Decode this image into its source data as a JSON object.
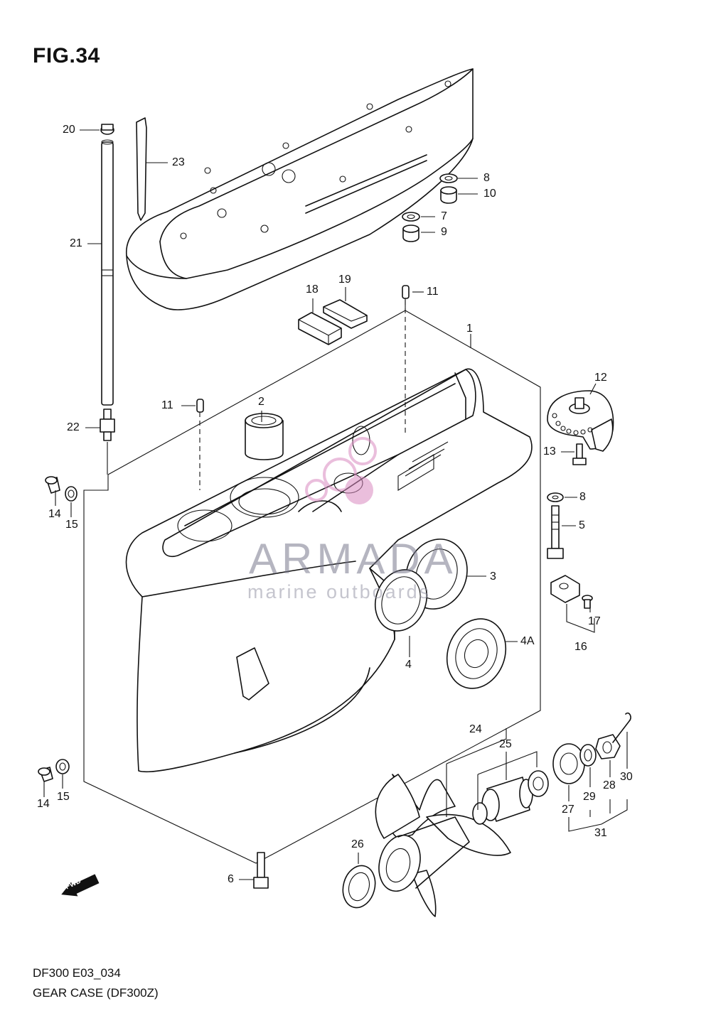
{
  "figure": {
    "title": "FIG.34",
    "code": "DF300 E03_034",
    "name": "GEAR CASE (DF300Z)"
  },
  "watermark": {
    "brand": "ARMADA",
    "tagline": "marine outboards",
    "color": "#d98ac0"
  },
  "badge": {
    "text": "FWD"
  },
  "callouts": {
    "c1": "1",
    "c2": "2",
    "c3": "3",
    "c4": "4",
    "c4a": "4A",
    "c5": "5",
    "c6": "6",
    "c7": "7",
    "c8a": "8",
    "c8b": "8",
    "c9": "9",
    "c10": "10",
    "c11a": "11",
    "c11b": "11",
    "c12": "12",
    "c13": "13",
    "c14a": "14",
    "c14b": "14",
    "c15a": "15",
    "c15b": "15",
    "c16": "16",
    "c17": "17",
    "c18": "18",
    "c19": "19",
    "c20": "20",
    "c21": "21",
    "c22": "22",
    "c23": "23",
    "c24": "24",
    "c25": "25",
    "c26": "26",
    "c27": "27",
    "c28": "28",
    "c29": "29",
    "c30": "30",
    "c31": "31"
  }
}
